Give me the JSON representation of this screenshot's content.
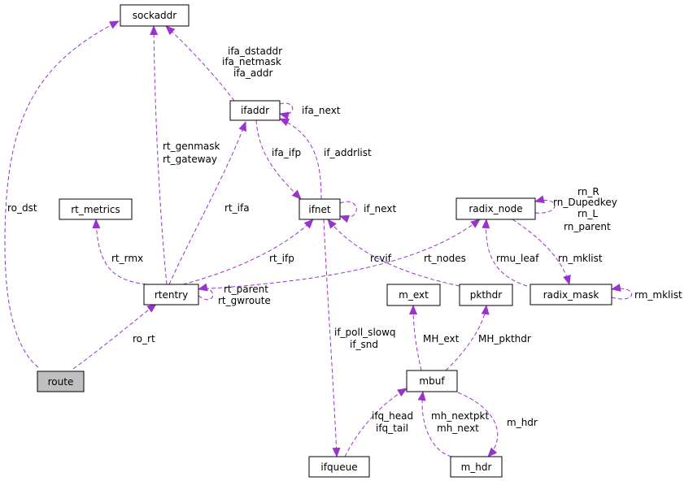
{
  "nodes": {
    "sockaddr": "sockaddr",
    "ifaddr": "ifaddr",
    "ifnet": "ifnet",
    "rt_metrics": "rt_metrics",
    "rtentry": "rtentry",
    "route": "route",
    "radix_node": "radix_node",
    "radix_mask": "radix_mask",
    "m_ext": "m_ext",
    "pkthdr": "pkthdr",
    "mbuf": "mbuf",
    "ifqueue": "ifqueue",
    "m_hdr": "m_hdr"
  },
  "edges": {
    "ro_dst": "ro_dst",
    "ro_rt": "ro_rt",
    "ifaddr_to_sockaddr": [
      "ifa_dstaddr",
      "ifa_netmask",
      "ifa_addr"
    ],
    "ifa_next": "ifa_next",
    "ifa_ifp": "ifa_ifp",
    "if_addrlist": "if_addrlist",
    "if_next": "if_next",
    "rtentry_to_sockaddr": [
      "rt_genmask",
      "rt_gateway"
    ],
    "rt_ifa": "rt_ifa",
    "rt_rmx": "rt_rmx",
    "rt_ifp": "rt_ifp",
    "rt_nodes": "rt_nodes",
    "rtentry_self": [
      "rt_parent",
      "rt_gwroute"
    ],
    "radix_node_self": [
      "rn_R",
      "rn_Dupedkey",
      "rn_L",
      "rn_parent"
    ],
    "rmu_leaf": "rmu_leaf",
    "rn_mklist": "rn_mklist",
    "rm_mklist": "rm_mklist",
    "rcvif": "rcvif",
    "ifnet_to_ifqueue": [
      "if_poll_slowq",
      "if_snd"
    ],
    "MH_ext": "MH_ext",
    "MH_pkthdr": "MH_pkthdr",
    "ifqueue_to_mbuf": [
      "ifq_head",
      "ifq_tail"
    ],
    "m_hdr_to_mbuf": [
      "mh_nextpkt",
      "mh_next"
    ],
    "m_hdr": "m_hdr"
  },
  "colors": {
    "edge": "#9a32cd",
    "focus_node_fill": "#bfbfbf",
    "node_fill": "#ffffff",
    "node_border": "#000000"
  }
}
